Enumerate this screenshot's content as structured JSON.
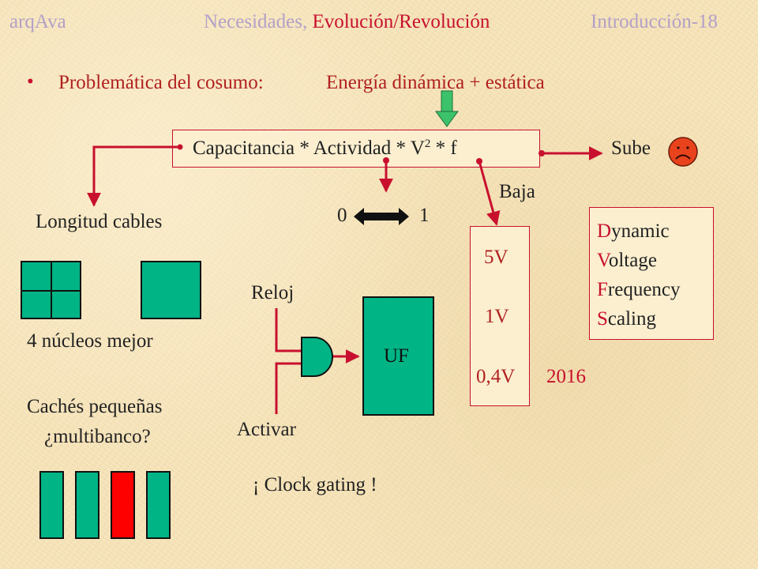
{
  "header": {
    "left": "arqAva",
    "center_prefix": "Necesidades, ",
    "center_highlight": "Evolución/Revolución",
    "right": "Introducción-18"
  },
  "bullet": {
    "label": "Problemática del cosumo:",
    "text": "Energía dinámica + estática"
  },
  "formula": {
    "part1": "Capacitancia * Actividad * V",
    "exponent": "2",
    "part2": " * f"
  },
  "sube": "Sube",
  "baja": "Baja",
  "longitud": "Longitud cables",
  "toggle": {
    "left": "0",
    "right": "1"
  },
  "voltages": [
    "5V",
    "1V",
    "0,4V"
  ],
  "year": "2016",
  "dvfs": [
    {
      "initial": "D",
      "rest": "ynamic"
    },
    {
      "initial": "V",
      "rest": "oltage"
    },
    {
      "initial": "F",
      "rest": "requency"
    },
    {
      "initial": "S",
      "rest": "caling"
    }
  ],
  "cores_label": "4 núcleos mejor",
  "caches": {
    "line1": "Cachés pequeñas",
    "line2": "¿multibanco?"
  },
  "reloj": "Reloj",
  "activar": "Activar",
  "uf": "UF",
  "clock_gating": "¡ Clock gating !",
  "colors": {
    "accent_red": "#c8102e",
    "bank_green": "#00b485",
    "bank_red": "#ff0000",
    "header_lavender": "#b3a0c8",
    "down_arrow": "#3cc26a"
  }
}
